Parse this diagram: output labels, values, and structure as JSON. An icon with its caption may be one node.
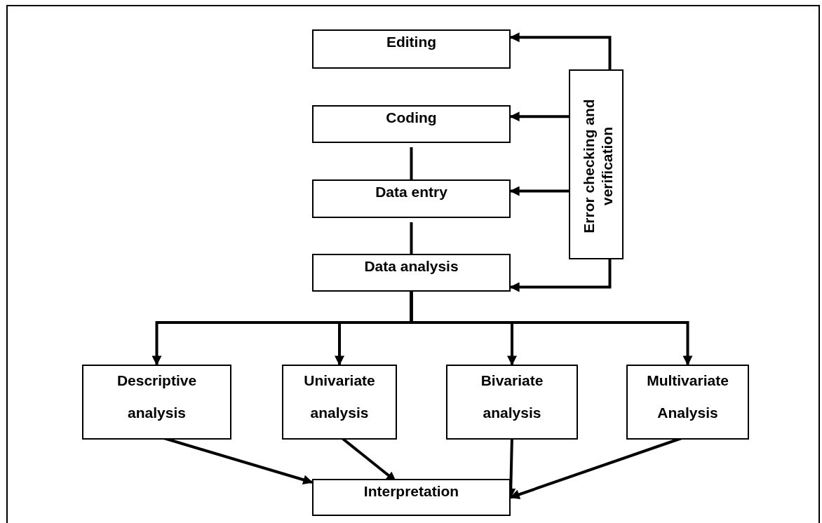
{
  "diagram": {
    "nodes": [
      {
        "text": [
          "Editing"
        ]
      },
      {
        "text": [
          "Coding"
        ]
      },
      {
        "text": [
          "Data entry"
        ]
      },
      {
        "text": [
          "Data analysis"
        ]
      },
      {
        "text": [
          "Error checking and verification"
        ]
      },
      {
        "text": [
          "Descriptive analysis"
        ]
      },
      {
        "text": [
          "Univariate analysis"
        ]
      },
      {
        "text": [
          "Bivariate analysis"
        ]
      },
      {
        "text": [
          "Multivariate Analysis"
        ]
      },
      {
        "text": [
          "Interpretation"
        ]
      }
    ],
    "edges": [
      {
        "from": 4,
        "to": 0,
        "arrow": "to"
      },
      {
        "from": 4,
        "to": 1,
        "arrow": "to"
      },
      {
        "from": 4,
        "to": 2,
        "arrow": "to"
      },
      {
        "from": 4,
        "to": 3,
        "arrow": "to"
      },
      {
        "from": 1,
        "to": 2,
        "arrow": "none"
      },
      {
        "from": 2,
        "to": 3,
        "arrow": "none"
      },
      {
        "from": 3,
        "to": 5,
        "arrow": "to"
      },
      {
        "from": 3,
        "to": 6,
        "arrow": "to"
      },
      {
        "from": 3,
        "to": 7,
        "arrow": "to"
      },
      {
        "from": 3,
        "to": 8,
        "arrow": "to"
      },
      {
        "from": 5,
        "to": 9,
        "arrow": "to"
      },
      {
        "from": 6,
        "to": 9,
        "arrow": "to"
      },
      {
        "from": 7,
        "to": 9,
        "arrow": "to"
      },
      {
        "from": 8,
        "to": 9,
        "arrow": "to"
      }
    ]
  }
}
